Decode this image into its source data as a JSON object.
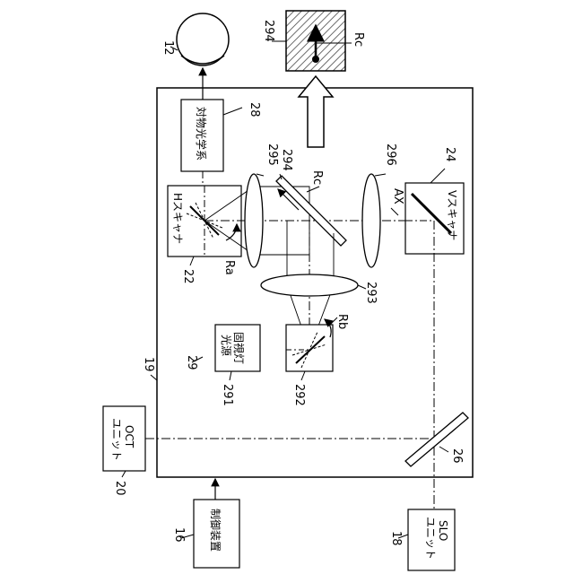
{
  "labels": {
    "eye": "12",
    "control": "16",
    "slo_num": "18",
    "housing": "19",
    "oct_num": "20",
    "hscan_num": "22",
    "vscan_num": "24",
    "dichroic": "26",
    "objective_num": "28",
    "fixation_group": "29",
    "light_source_num": "291",
    "scanner_num": "292",
    "lens_293": "293",
    "mirror_top": "294",
    "mirror_mid": "294",
    "lens_295": "295",
    "lens_296": "296",
    "ra": "Ra",
    "rb": "Rb",
    "rc_top": "Rc",
    "rc_mid": "Rc",
    "ax": "AX"
  },
  "boxes": {
    "objective_text": "対物光学系",
    "hscan_text": "Hスキャナ",
    "vscan_text": "Vスキャナ",
    "fixation_line1": "固視灯",
    "fixation_line2": "光源",
    "control_text": "制御装置",
    "oct_line1": "OCT",
    "oct_line2": "ユニット",
    "slo_line1": "SLO",
    "slo_line2": "ユニット"
  }
}
